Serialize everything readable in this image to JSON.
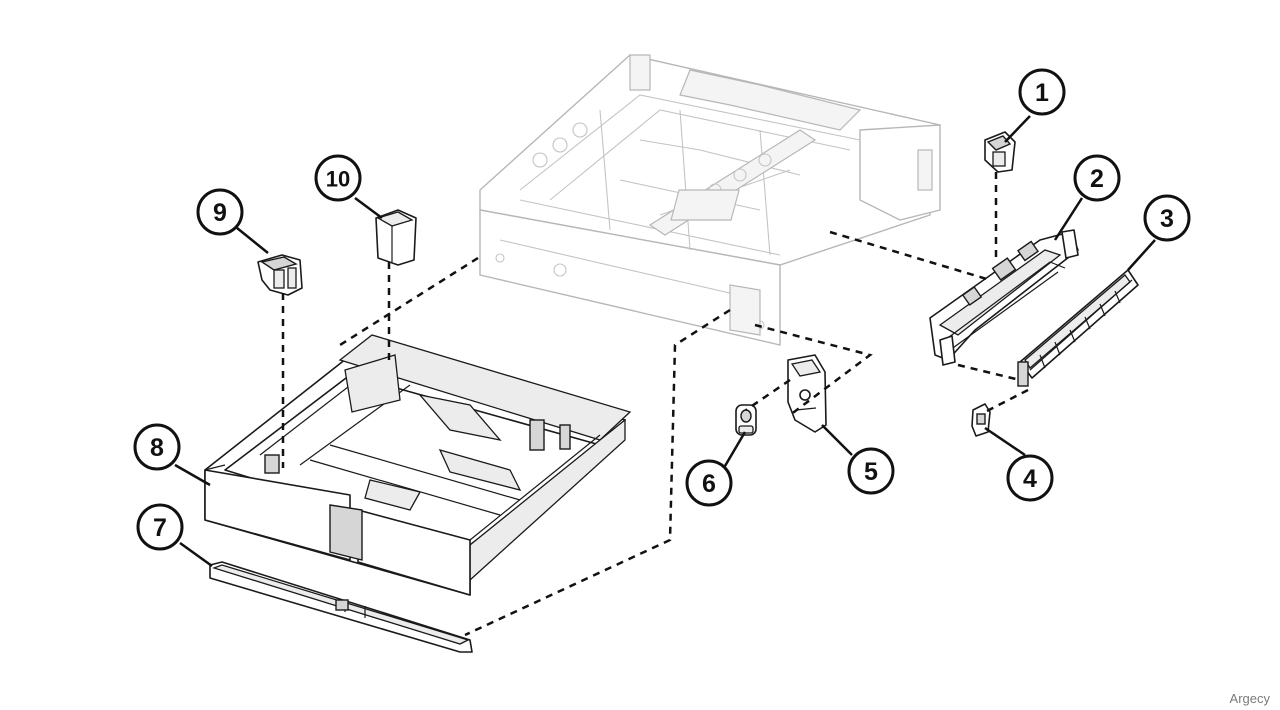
{
  "callouts": [
    {
      "id": "1",
      "label": "1"
    },
    {
      "id": "2",
      "label": "2"
    },
    {
      "id": "3",
      "label": "3"
    },
    {
      "id": "4",
      "label": "4"
    },
    {
      "id": "5",
      "label": "5"
    },
    {
      "id": "6",
      "label": "6"
    },
    {
      "id": "7",
      "label": "7"
    },
    {
      "id": "8",
      "label": "8"
    },
    {
      "id": "9",
      "label": "9"
    },
    {
      "id": "10",
      "label": "10"
    }
  ],
  "watermark": "Argecy",
  "colors": {
    "ink": "#111111",
    "frame": "#b7b7b7",
    "background": "#ffffff"
  }
}
